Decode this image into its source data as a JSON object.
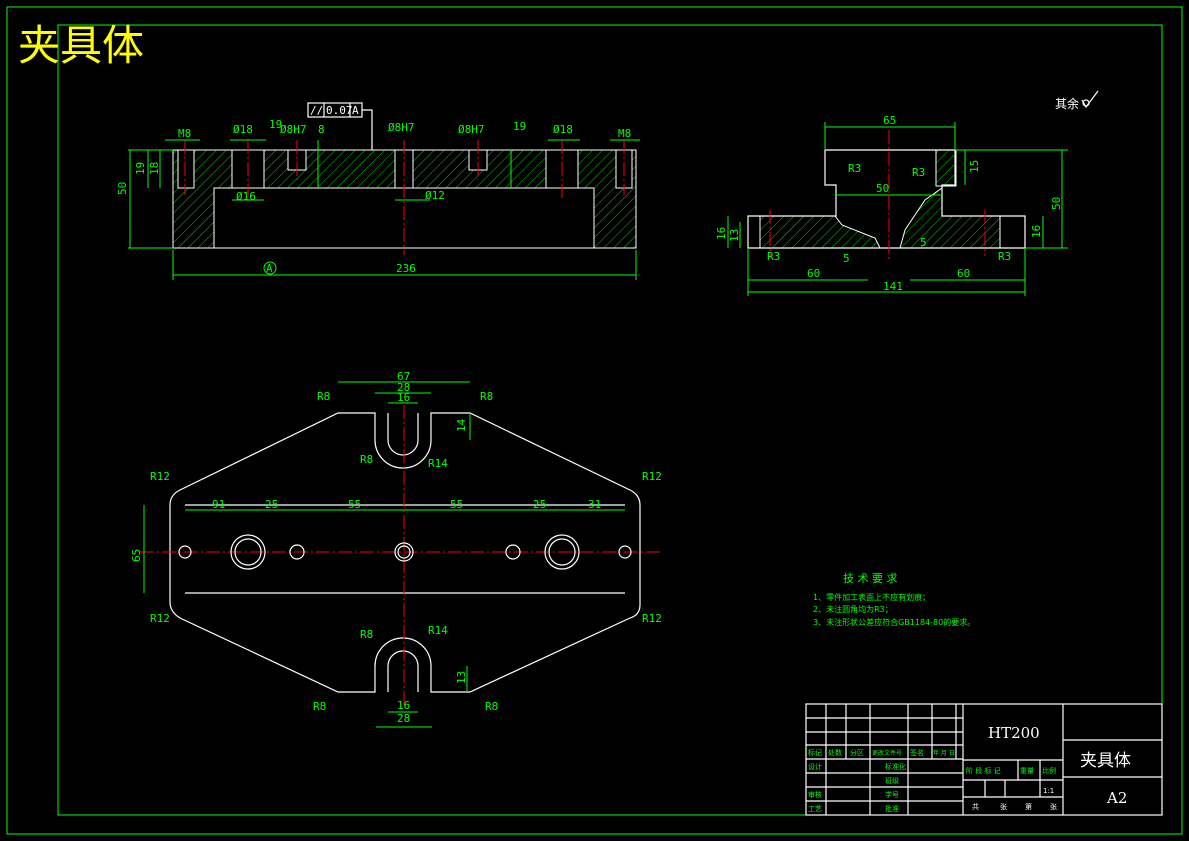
{
  "title": "夹具体",
  "roughness_note": "其余",
  "front_view": {
    "tolerance_frame": [
      "//",
      "0.07",
      "A"
    ],
    "labels": {
      "m8_left": "M8",
      "d18_left": "Ø18",
      "d8h7_left": "Ø8H7",
      "val_8": "8",
      "val_19_top": "19",
      "d8h7_mid": "Ø8H7",
      "d8h7_right": "Ø8H7",
      "val_19_right": "19",
      "d18_right": "Ø18",
      "m8_right": "M8",
      "d16": "Ø16",
      "d12": "Ø12",
      "h50": "50",
      "h19": "19",
      "h18": "18",
      "w236": "236",
      "datum": "A"
    }
  },
  "side_view": {
    "labels": {
      "w65": "65",
      "r3_a": "R3",
      "r3_b": "R3",
      "w50": "50",
      "h15": "15",
      "h50": "50",
      "h16_left": "16",
      "h13": "13",
      "r3_c": "R3",
      "w60_left": "60",
      "w60_right": "60",
      "r3_d": "R3",
      "h16_right": "16",
      "w141": "141",
      "val_5a": "5",
      "val_5b": "5"
    }
  },
  "top_view": {
    "labels": {
      "w67": "67",
      "w28_top": "28",
      "w16_top": "16",
      "r8_tl": "R8",
      "r8_tr": "R8",
      "h14": "14",
      "r8_slot_top": "R8",
      "r14_top": "R14",
      "r12_tl": "R12",
      "r12_tr": "R12",
      "d91": "91",
      "d25_l": "25",
      "d55_l": "55",
      "d55_r": "55",
      "d25_r": "25",
      "d31": "31",
      "h65": "65",
      "r12_bl": "R12",
      "r12_br": "R12",
      "r8_slot_bot": "R8",
      "r14_bot": "R14",
      "h13": "13",
      "r8_bl": "R8",
      "r8_br": "R8",
      "w16_bot": "16",
      "w28_bot": "28"
    }
  },
  "tech_requirements": {
    "heading": "技 术 要 求",
    "items": [
      "1、零件加工表面上不应有划痕；",
      "2、未注圆角均为R3；",
      "3、未注形状公差应符合GB1184-80的要求。"
    ]
  },
  "title_block": {
    "material": "HT200",
    "part_name": "夹具体",
    "sheet_size": "A2",
    "scale": "1:1",
    "row_headers": [
      "标记",
      "处数",
      "分区",
      "更改文件号",
      "签名",
      "年 月 日"
    ],
    "left_labels": [
      "设计",
      "审核",
      "工艺"
    ],
    "mid_labels": [
      "标准化",
      "班级",
      "学号",
      "批准"
    ],
    "right_headers": [
      "阶 段 标 记",
      "重量",
      "比例"
    ],
    "sheet_row": [
      "共",
      "张",
      "第",
      "张"
    ]
  },
  "colors": {
    "background": "#000000",
    "lines": "#ffffff",
    "dimensions": "#00ff00",
    "centerlines": "#ff0000",
    "title": "#ffff00"
  }
}
